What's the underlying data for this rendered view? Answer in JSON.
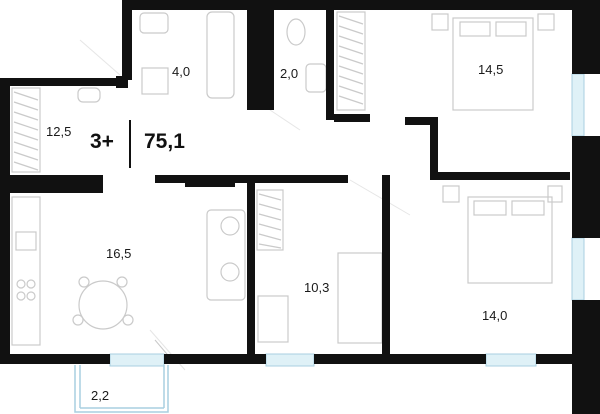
{
  "summary": {
    "rooms": "3+",
    "area": "75,1"
  },
  "rooms": {
    "bathroom": "4,0",
    "toilet": "2,0",
    "bedroom_top": "14,5",
    "hall": "12,5",
    "kitchen_living": "16,5",
    "bedroom_small": "10,3",
    "bedroom_right": "14,0",
    "balcony": "2,2"
  },
  "colors": {
    "wall": "#111111",
    "window": "#dff1f7",
    "furniture": "#c9c9c9"
  }
}
